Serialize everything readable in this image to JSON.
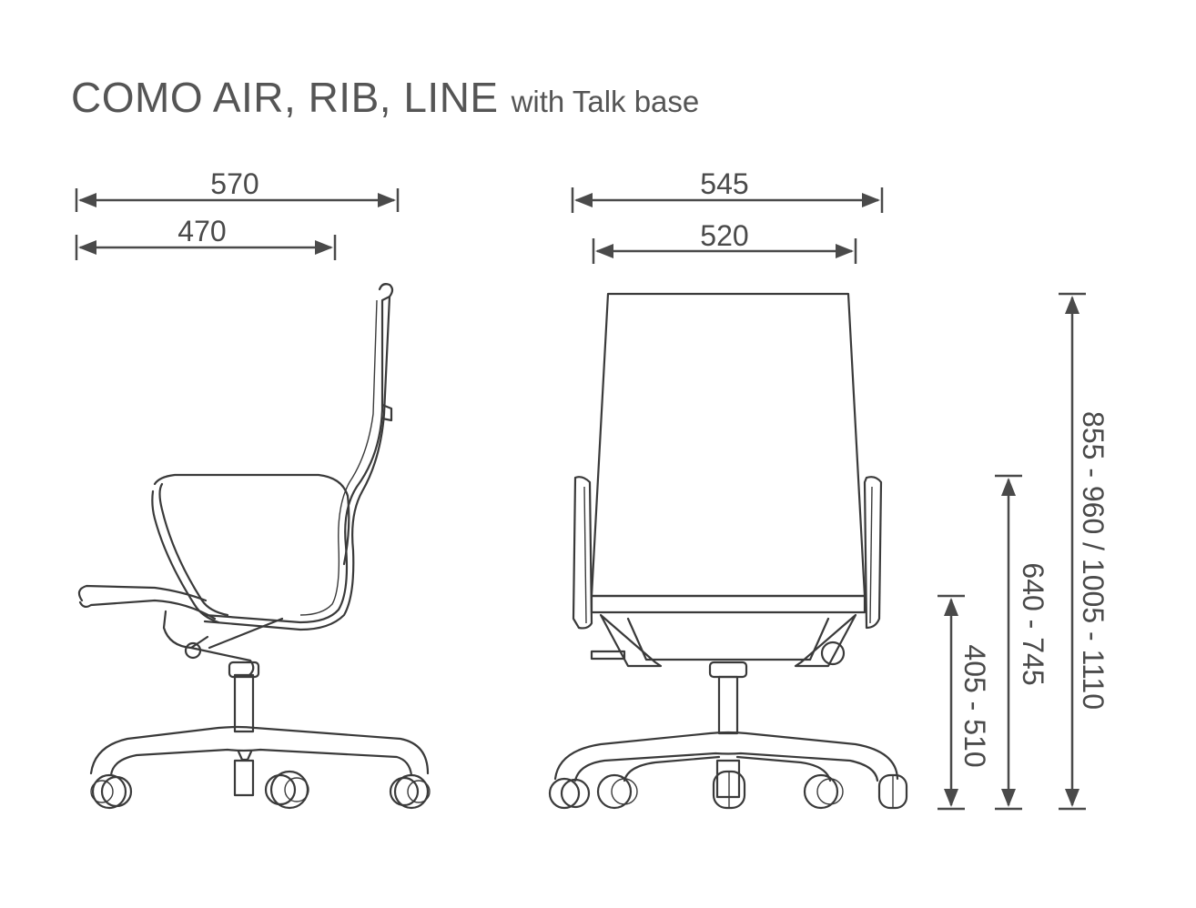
{
  "title": {
    "main": "COMO AIR, RIB, LINE",
    "sub": "with Talk base"
  },
  "dimensions": {
    "side_overall_width": "570",
    "side_seat_depth": "470",
    "front_overall_width": "545",
    "front_seat_width": "520",
    "overall_height": "855 - 960 / 1005 - 1110",
    "armrest_height": "640 - 745",
    "seat_height": "405 - 510"
  }
}
